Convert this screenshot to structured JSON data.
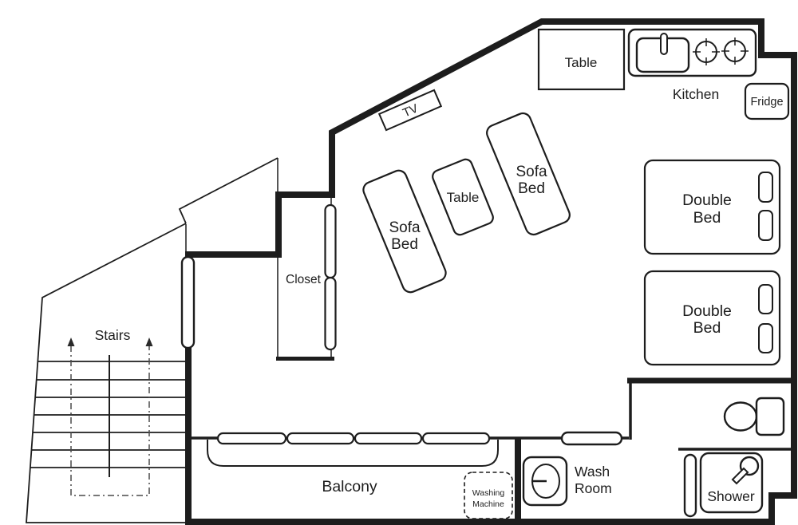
{
  "colors": {
    "line": "#1d1d1d",
    "background": "#ffffff",
    "dashed_route": "#4a4a4a"
  },
  "areas": {
    "dining_table": {
      "label": "Table"
    },
    "kitchen": {
      "label": "Kitchen"
    },
    "fridge": {
      "label": "Fridge"
    },
    "tv": {
      "label": "TV"
    },
    "sofa_bed_left": {
      "label_line1": "Sofa",
      "label_line2": "Bed"
    },
    "sofa_bed_right": {
      "label_line1": "Sofa",
      "label_line2": "Bed"
    },
    "low_table": {
      "label": "Table"
    },
    "double_bed_upper": {
      "label_line1": "Double",
      "label_line2": "Bed"
    },
    "double_bed_lower": {
      "label_line1": "Double",
      "label_line2": "Bed"
    },
    "closet": {
      "label": "Closet"
    },
    "stairs": {
      "label": "Stairs"
    },
    "balcony": {
      "label": "Balcony"
    },
    "washing_machine": {
      "label_line1": "Washing",
      "label_line2": "Machine"
    },
    "wash_room": {
      "label_line1": "Wash",
      "label_line2": "Room"
    },
    "shower": {
      "label": "Shower"
    }
  },
  "icons": {
    "kitchen_sink": "rounded-rect-with-faucet",
    "stove_burners": "two-crosshair-circles",
    "toilet": "bowl-ellipse-with-tank",
    "washbasin": "oval-in-rounded-rect",
    "shower_head": "circle-with-wand",
    "doors": "white-pill-panels",
    "stairs_route": "dashed-up-arrows"
  }
}
